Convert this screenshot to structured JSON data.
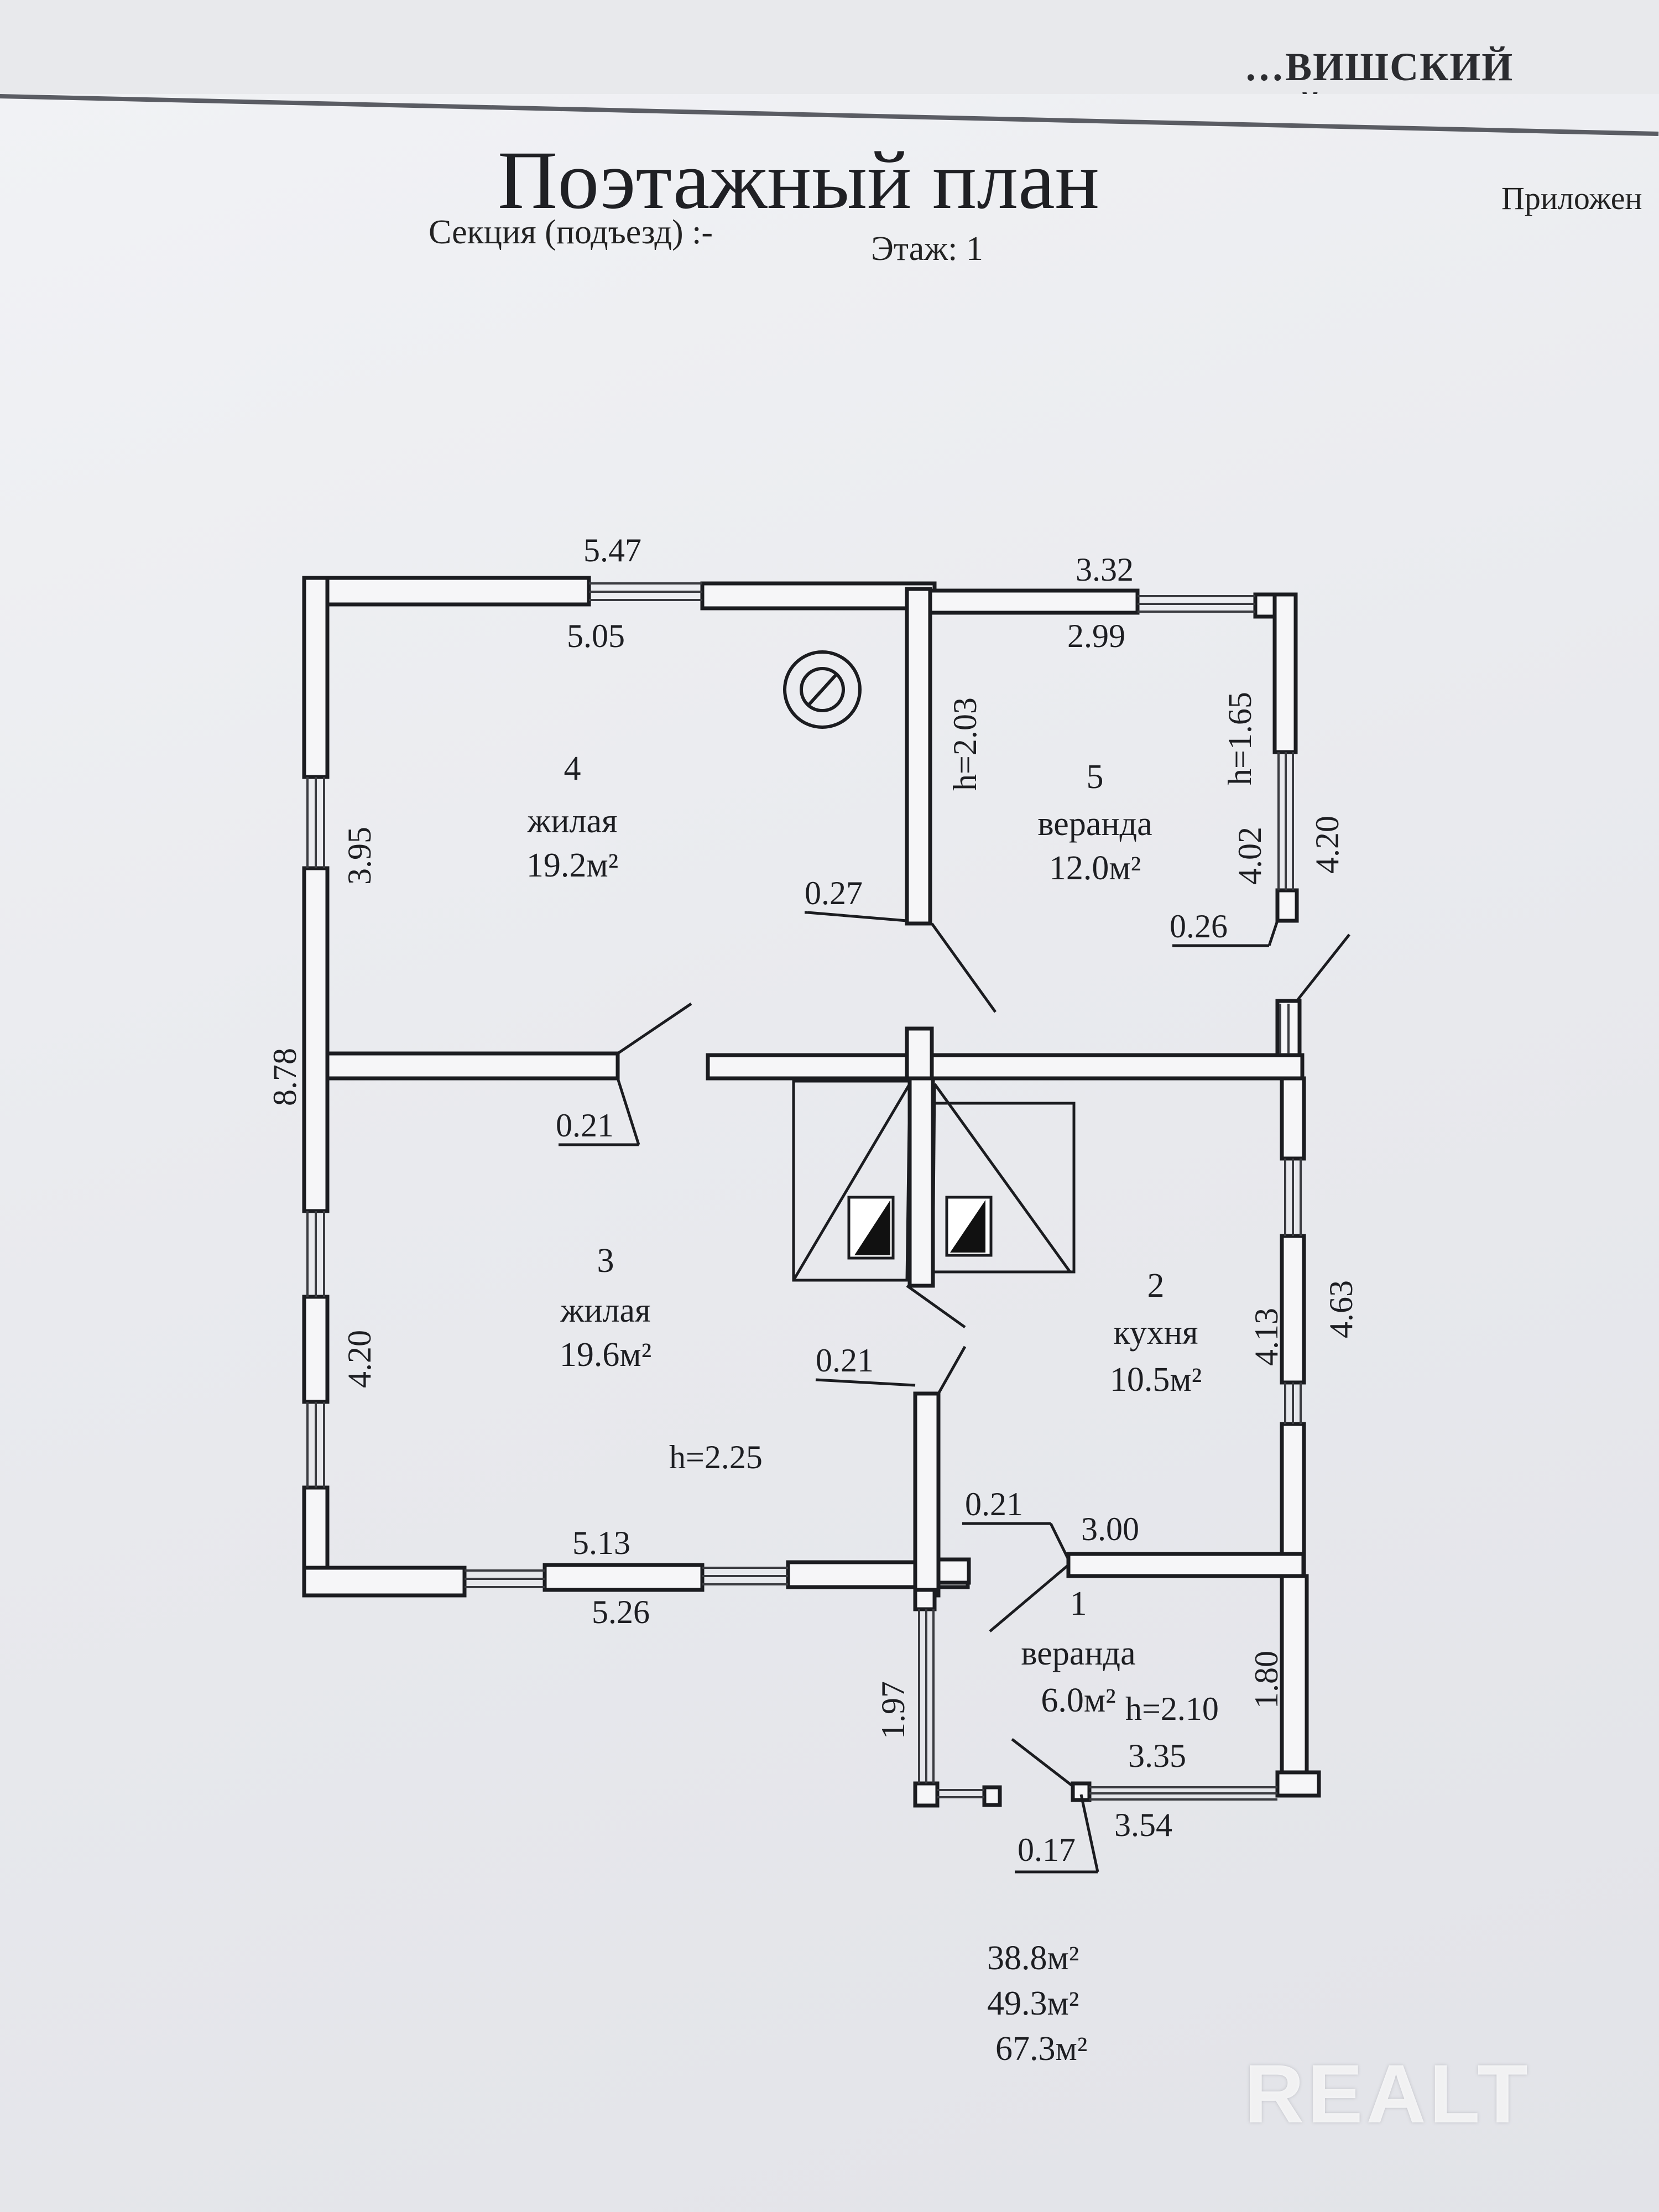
{
  "document": {
    "district": "…ВИШСКИЙ РАЙОН",
    "title": "Поэтажный план",
    "section": "Секция (подъезд) :-",
    "floor": "Этаж: 1",
    "appendix": "Приложен"
  },
  "rooms": [
    {
      "number": "4",
      "name": "жилая",
      "area": "19.2м²"
    },
    {
      "number": "5",
      "name": "веранда",
      "area": "12.0м²"
    },
    {
      "number": "3",
      "name": "жилая",
      "area": "19.6м²"
    },
    {
      "number": "2",
      "name": "кухня",
      "area": "10.5м²"
    },
    {
      "number": "1",
      "name": "веранда",
      "area": "6.0м²"
    }
  ],
  "heights": {
    "veranda5_inner": "h=2.03",
    "veranda5_right": "h=1.65",
    "main": "h=2.25",
    "veranda1": "h=2.10"
  },
  "dimensions": {
    "top_outer_left": "5.47",
    "top_inner_left": "5.05",
    "top_outer_right": "3.32",
    "top_inner_right": "2.99",
    "left_room4": "3.95",
    "left_total": "8.78",
    "left_room3": "4.20",
    "bottom_inner": "5.13",
    "bottom_outer": "5.26",
    "right_inner_v5": "4.02",
    "right_outer_v5": "4.20",
    "right_inner_kitchen": "4.13",
    "right_outer_kitchen": "4.63",
    "kitchen_bottom": "3.00",
    "veranda1_right": "1.80",
    "veranda1_left": "1.97",
    "veranda1_inner_bottom": "3.35",
    "veranda1_outer_bottom": "3.54"
  },
  "wall_thickness": {
    "partition_room4": "0.27",
    "veranda5_wall": "0.26",
    "room4_room3": "0.21",
    "room3_kitchen": "0.21",
    "kitchen_veranda": "0.21",
    "veranda1_wall": "0.17"
  },
  "totals": [
    "38.8м²",
    "49.3м²",
    "67.3м²"
  ],
  "watermark": "REALT"
}
